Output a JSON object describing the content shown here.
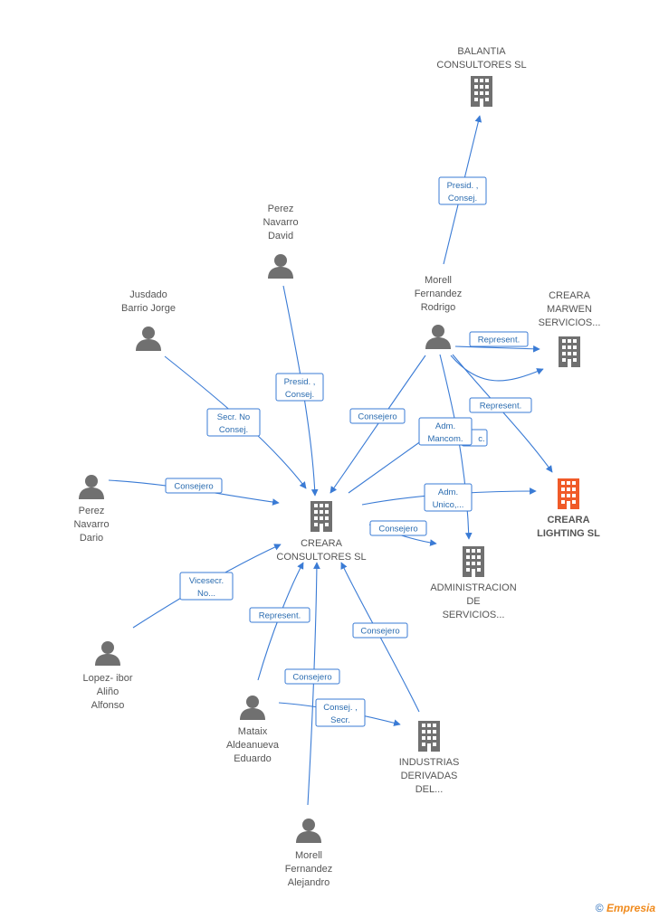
{
  "colors": {
    "edge": "#3a7bd5",
    "node_default": "#707070",
    "node_highlight": "#f05a28",
    "label": "#555555"
  },
  "nodes": {
    "balantia": {
      "type": "company",
      "lines": [
        "BALANTIA",
        "CONSULTORES SL"
      ]
    },
    "marwen": {
      "type": "company",
      "lines": [
        "CREARA",
        "MARWEN",
        "SERVICIOS..."
      ]
    },
    "lighting": {
      "type": "company",
      "highlight": true,
      "lines": [
        "CREARA",
        "LIGHTING SL"
      ]
    },
    "consultores": {
      "type": "company",
      "lines": [
        "CREARA",
        "CONSULTORES SL"
      ]
    },
    "administracion": {
      "type": "company",
      "lines": [
        "ADMINISTRACION",
        "DE",
        "SERVICIOS..."
      ]
    },
    "industrias": {
      "type": "company",
      "lines": [
        "INDUSTRIAS",
        "DERIVADAS",
        "DEL..."
      ]
    },
    "perez_david": {
      "type": "person",
      "lines": [
        "Perez",
        "Navarro",
        "David"
      ]
    },
    "jusdado": {
      "type": "person",
      "lines": [
        "Jusdado",
        "Barrio Jorge"
      ]
    },
    "morell_rodrigo": {
      "type": "person",
      "lines": [
        "Morell",
        "Fernandez",
        "Rodrigo"
      ]
    },
    "perez_dario": {
      "type": "person",
      "lines": [
        "Perez",
        "Navarro",
        "Dario"
      ]
    },
    "lopez": {
      "type": "person",
      "lines": [
        "Lopez- ibor",
        "Aliño",
        "Alfonso"
      ]
    },
    "mataix": {
      "type": "person",
      "lines": [
        "Mataix",
        "Aldeanueva",
        "Eduardo"
      ]
    },
    "morell_alejandro": {
      "type": "person",
      "lines": [
        "Morell",
        "Fernandez",
        "Alejandro"
      ]
    }
  },
  "edge_labels": {
    "balantia": [
      "Presid. ,",
      "Consej."
    ],
    "perez_david": [
      "Presid. ,",
      "Consej."
    ],
    "jusdado": [
      "Secr.  No",
      "Consej."
    ],
    "rodrigo_marwen_1": [
      "Represent."
    ],
    "rodrigo_marwen_2": [
      "Represent."
    ],
    "rodrigo_consultores": [
      "Consejero"
    ],
    "rodrigo_mancom": [
      "Adm.",
      "Mancom."
    ],
    "rodrigo_unico": [
      "Adm.",
      "Unico,..."
    ],
    "perez_dario": [
      "Consejero"
    ],
    "consultores_admin": [
      "Consejero"
    ],
    "lopez": [
      "Vicesecr.",
      "No..."
    ],
    "mataix_rep": [
      "Represent."
    ],
    "alejandro": [
      "Consejero"
    ],
    "mataix_ind": [
      "Consej. ,",
      "Secr."
    ],
    "industrias": [
      "Consejero"
    ]
  },
  "footer": {
    "copyright": "©",
    "brand": "Empresia"
  }
}
